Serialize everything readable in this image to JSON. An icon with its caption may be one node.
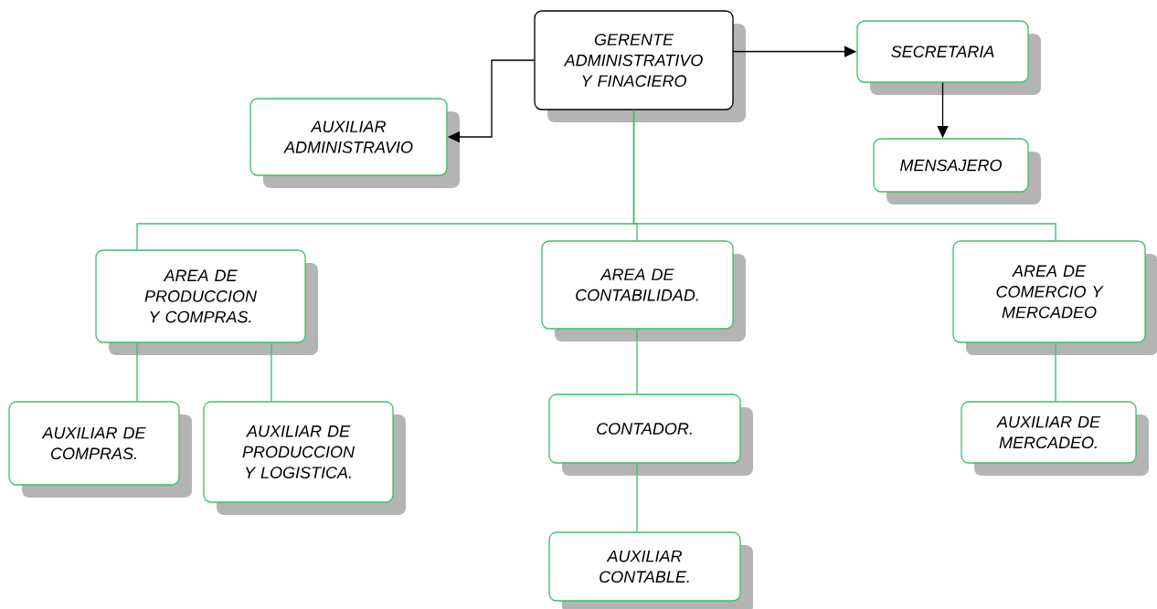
{
  "diagram": {
    "nodes": [
      {
        "text": [
          "GERENTE ADMINISTRATIVO Y FINACIERO"
        ]
      },
      {
        "text": [
          "SECRETARIA"
        ]
      },
      {
        "text": [
          "AUXILIAR ADMINISTRAVIO"
        ]
      },
      {
        "text": [
          "MENSAJERO"
        ]
      },
      {
        "text": [
          "AREA DE PRODUCCION Y COMPRAS."
        ]
      },
      {
        "text": [
          "AREA DE CONTABILIDAD."
        ]
      },
      {
        "text": [
          "AREA DE COMERCIO Y MERCADEO"
        ]
      },
      {
        "text": [
          "AUXILIAR DE COMPRAS."
        ]
      },
      {
        "text": [
          "AUXILIAR DE PRODUCCION Y LOGISTICA."
        ]
      },
      {
        "text": [
          "CONTADOR."
        ]
      },
      {
        "text": [
          "AUXILIAR DE MERCADEO."
        ]
      },
      {
        "text": [
          "AUXILIAR CONTABLE."
        ]
      }
    ],
    "edges": [
      {
        "from": 0,
        "to": 1,
        "arrow": "to",
        "color": "#000000"
      },
      {
        "from": 0,
        "to": 2,
        "arrow": "to",
        "color": "#000000"
      },
      {
        "from": 1,
        "to": 3,
        "arrow": "to",
        "color": "#000000"
      },
      {
        "from": 0,
        "to": 4,
        "arrow": "none"
      },
      {
        "from": 0,
        "to": 5,
        "arrow": "none"
      },
      {
        "from": 0,
        "to": 6,
        "arrow": "none"
      },
      {
        "from": 4,
        "to": 7,
        "arrow": "none"
      },
      {
        "from": 4,
        "to": 8,
        "arrow": "none"
      },
      {
        "from": 5,
        "to": 9,
        "arrow": "none"
      },
      {
        "from": 9,
        "to": 11,
        "arrow": "none"
      },
      {
        "from": 6,
        "to": 10,
        "arrow": "none"
      }
    ]
  }
}
